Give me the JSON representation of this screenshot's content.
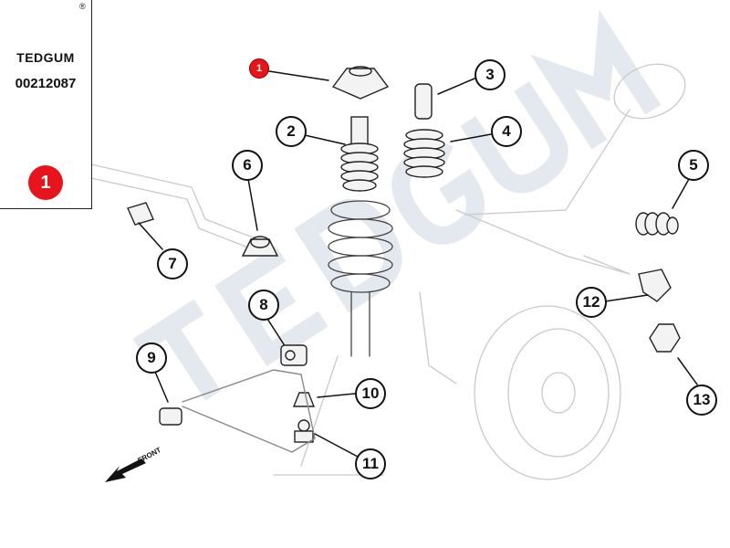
{
  "brand": {
    "name": "TEDGUM",
    "registered": "®",
    "watermark": "TEDGUM",
    "logo_colors": {
      "black": "#111111",
      "yellow": "#f5c000"
    }
  },
  "part": {
    "number": "00212087",
    "position": "1",
    "badge_color": "#e8141b"
  },
  "diagram": {
    "front_label": "FRONT",
    "callouts": [
      {
        "id": "1",
        "label": "1",
        "highlighted": true
      },
      {
        "id": "2",
        "label": "2"
      },
      {
        "id": "3",
        "label": "3"
      },
      {
        "id": "4",
        "label": "4"
      },
      {
        "id": "5",
        "label": "5"
      },
      {
        "id": "6",
        "label": "6"
      },
      {
        "id": "7",
        "label": "7"
      },
      {
        "id": "8",
        "label": "8"
      },
      {
        "id": "9",
        "label": "9"
      },
      {
        "id": "10",
        "label": "10"
      },
      {
        "id": "11",
        "label": "11"
      },
      {
        "id": "12",
        "label": "12"
      },
      {
        "id": "13",
        "label": "13"
      }
    ]
  }
}
